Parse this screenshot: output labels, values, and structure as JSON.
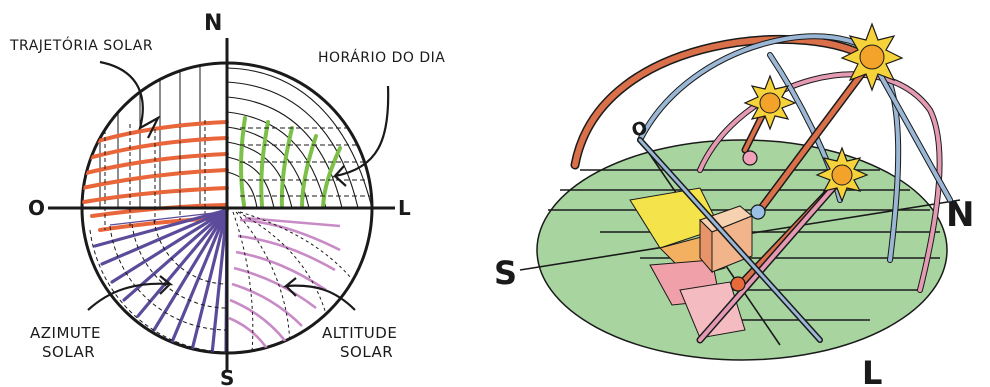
{
  "left_diagram": {
    "labels": {
      "north": "N",
      "south": "S",
      "east": "L",
      "west": "O",
      "solar_path": "TRAJETÓRIA SOLAR",
      "hour": "HORÁRIO DO DIA",
      "azimuth_line1": "AZIMUTE",
      "azimuth_line2": "SOLAR",
      "altitude_line1": "ALTITUDE",
      "altitude_line2": "SOLAR"
    },
    "colors": {
      "path": "#e8663a",
      "hour": "#7cc04a",
      "azimuth": "#5b4b9a",
      "altitude": "#c98bc6",
      "ink": "#1a1a1a"
    }
  },
  "right_diagram": {
    "labels": {
      "west": "O",
      "north": "N",
      "south": "S",
      "east": "L"
    },
    "colors": {
      "ground": "#a8d4a0",
      "arc_orange": "#d9704a",
      "arc_blue": "#9bb7d6",
      "arc_pink": "#e59ab4",
      "sun": "#f3a32a",
      "sun_core": "#f6d33a",
      "shadow_yellow": "#f4e34a",
      "shadow_pink": "#f0a0a8",
      "cube": "#f2b48a"
    }
  }
}
